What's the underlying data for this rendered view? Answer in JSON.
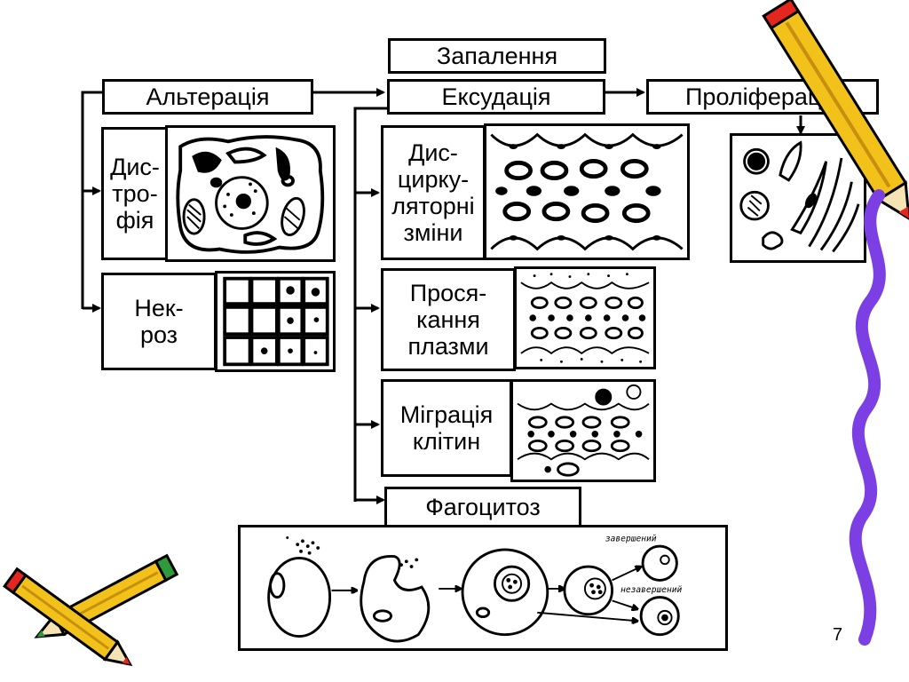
{
  "boxes": {
    "inflammation": "Запалення",
    "alteration": "Альтерація",
    "exudation": "Ексудація",
    "proliferation": "Проліферація",
    "dystrophy": "Дис-\nтро-\nфія",
    "necrosis": "Нек-\nроз",
    "discirculatory": "Дис-\nцирку-\nляторні\nзміни",
    "plasma_leakage": "Прося-\nкання\nплазми",
    "cell_migration": "Міграція\nклітин",
    "phagocytosis": "Фагоцитоз"
  },
  "phagocytosis_notes": {
    "completed": "завершений",
    "incomplete": "незавершений"
  },
  "page_number": "7",
  "colors": {
    "line": "#000000",
    "pencil_yellow": "#f2c21b",
    "pencil_red": "#e5261f",
    "pencil_green": "#2e9a3a",
    "ribbon_purple": "#7b3fe4"
  }
}
